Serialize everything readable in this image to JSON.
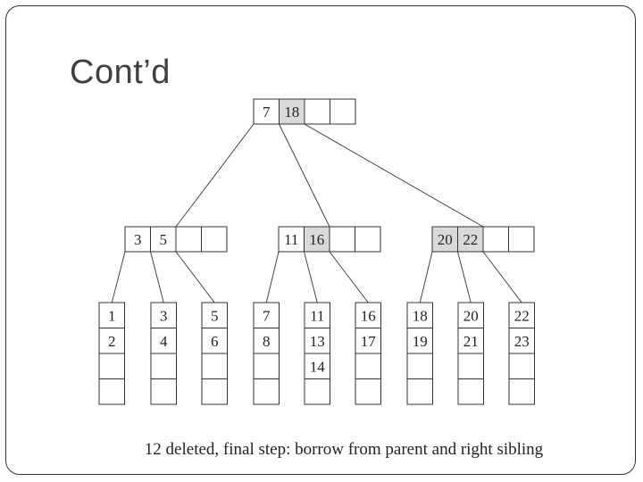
{
  "title": "Cont’d",
  "caption": "12 deleted, final step: borrow from parent and right sibling",
  "colors": {
    "highlight": "#d9d9d9",
    "empty": "#ffffff",
    "stroke": "#333333"
  },
  "tree": {
    "root": {
      "keys": [
        "7",
        "18"
      ],
      "highlight": [
        1
      ]
    },
    "internal": [
      {
        "keys": [
          "3",
          "5"
        ],
        "highlight": []
      },
      {
        "keys": [
          "11",
          "16"
        ],
        "highlight": [
          1
        ]
      },
      {
        "keys": [
          "20",
          "22"
        ],
        "highlight": [
          0,
          1
        ]
      }
    ],
    "leaves": [
      {
        "keys": [
          "1",
          "2"
        ]
      },
      {
        "keys": [
          "3",
          "4"
        ]
      },
      {
        "keys": [
          "5",
          "6"
        ]
      },
      {
        "keys": [
          "7",
          "8"
        ]
      },
      {
        "keys": [
          "11",
          "13",
          "14"
        ]
      },
      {
        "keys": [
          "16",
          "17"
        ]
      },
      {
        "keys": [
          "18",
          "19"
        ]
      },
      {
        "keys": [
          "20",
          "21"
        ]
      },
      {
        "keys": [
          "22",
          "23"
        ]
      }
    ]
  }
}
